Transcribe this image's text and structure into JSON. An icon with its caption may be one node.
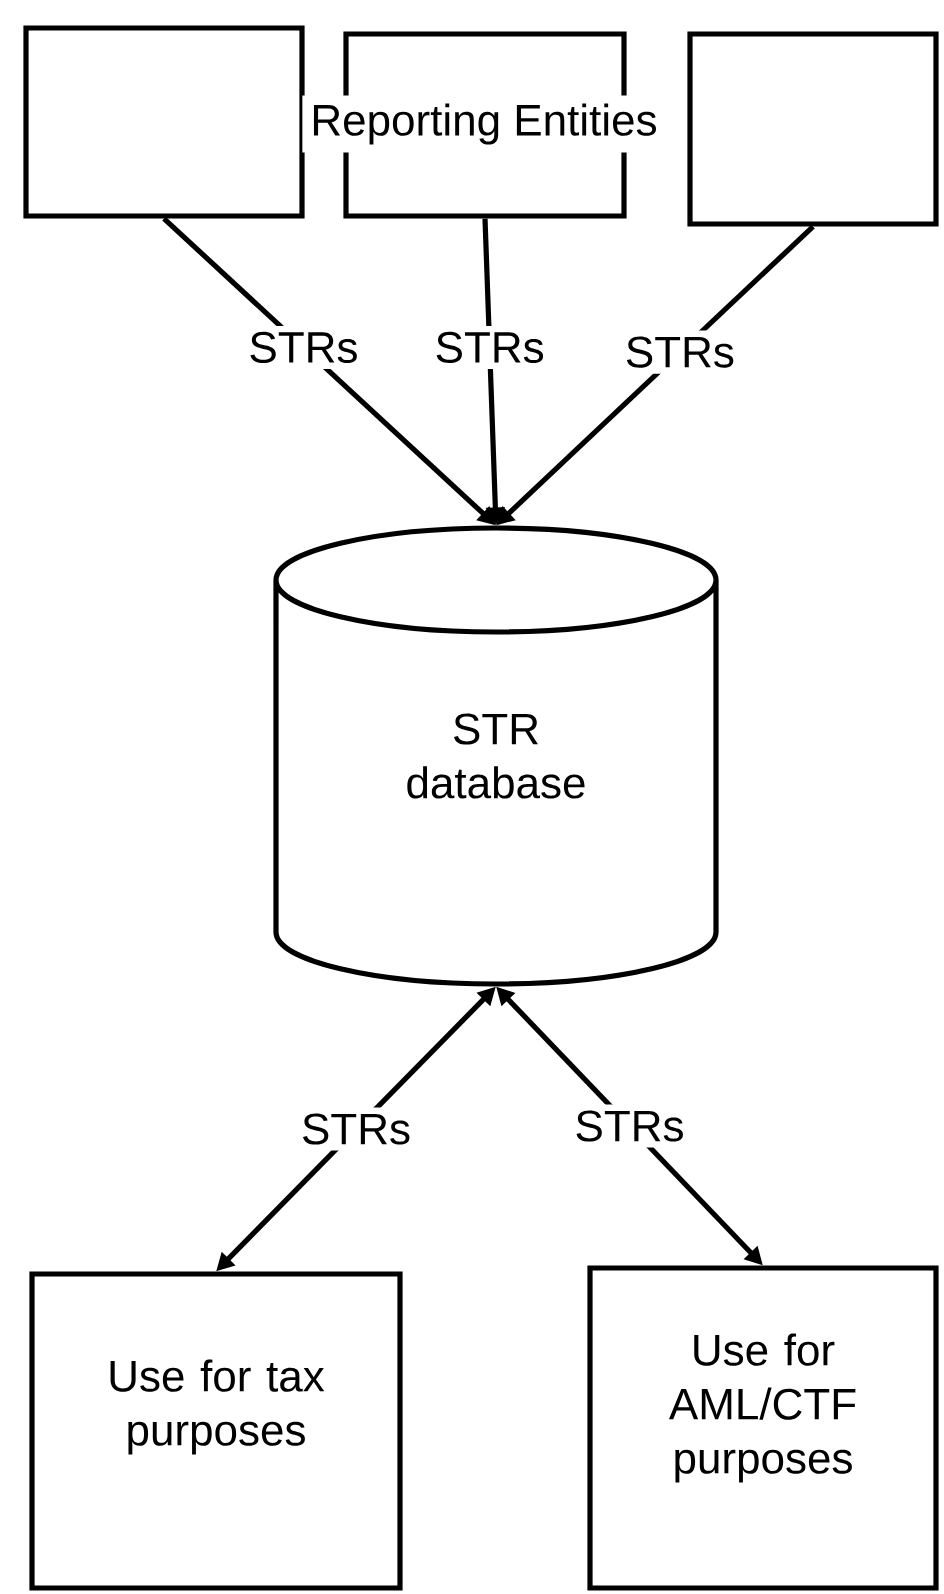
{
  "diagram": {
    "nodes": [
      {
        "text": [],
        "shape": "box"
      },
      {
        "text": [],
        "shape": "box"
      },
      {
        "text": [],
        "shape": "box"
      },
      {
        "text": [
          "STR database"
        ]
      },
      {
        "text": [
          "Use for tax purposes"
        ]
      },
      {
        "text": [
          "Use for AML/CTF purposes"
        ]
      }
    ],
    "edges": [
      {
        "from": 0,
        "to": 3,
        "arrow": "to",
        "label": "STRs"
      },
      {
        "from": 1,
        "to": 3,
        "arrow": "to",
        "label": "STRs"
      },
      {
        "from": 2,
        "to": 3,
        "arrow": "to",
        "label": "STRs"
      },
      {
        "from": 3,
        "to": 4,
        "arrow": "both",
        "label": "STRs"
      },
      {
        "from": 3,
        "to": 5,
        "arrow": "both",
        "label": "STRs"
      }
    ],
    "labels": [
      "Reporting Entities"
    ]
  }
}
